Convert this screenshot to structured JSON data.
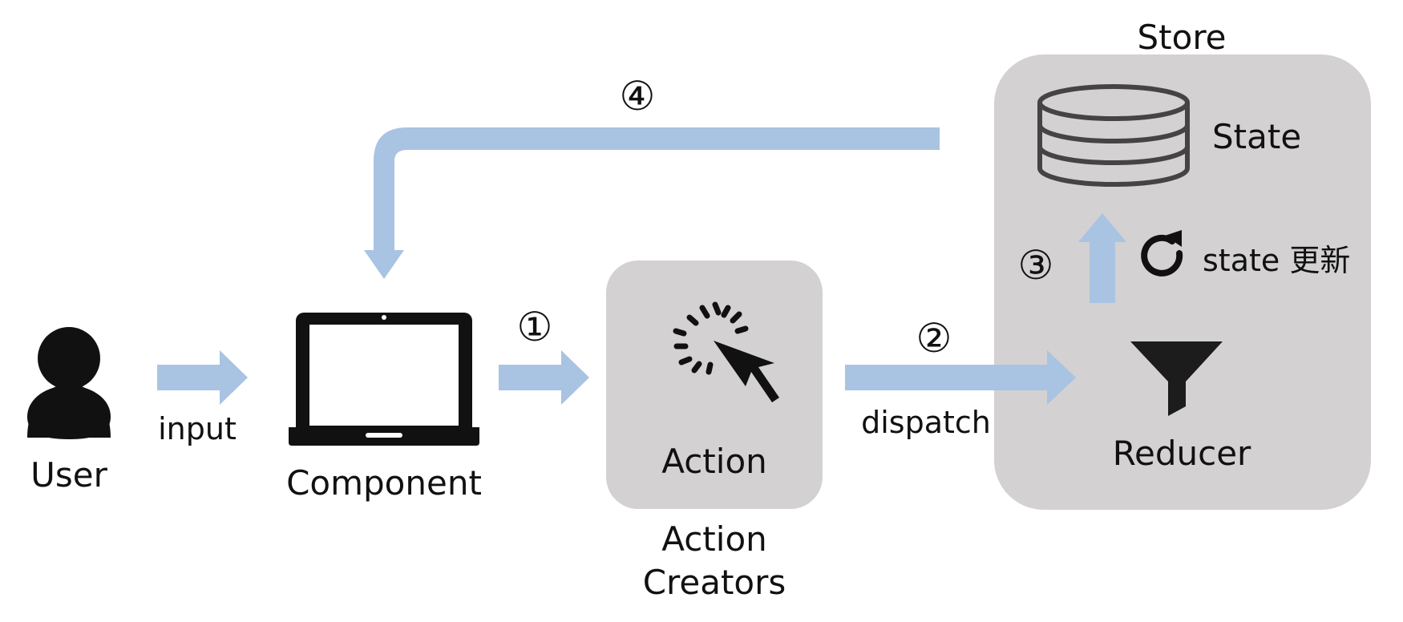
{
  "nodes": {
    "user": "User",
    "input": "input",
    "component": "Component",
    "action": "Action",
    "action_creators_line1": "Action",
    "action_creators_line2": "Creators",
    "dispatch": "dispatch",
    "store": "Store",
    "state": "State",
    "state_update": "state 更新",
    "reducer": "Reducer"
  },
  "steps": {
    "step1": "①",
    "step2": "②",
    "step3": "③",
    "step4": "④"
  },
  "icons": {
    "user": "user-icon",
    "laptop": "laptop-icon",
    "click": "cursor-click-icon",
    "database": "database-icon",
    "refresh": "refresh-icon",
    "funnel": "funnel-icon"
  },
  "colors": {
    "arrow": "#a9c3e2",
    "box": "#d3d1d1",
    "ink": "#111111"
  }
}
